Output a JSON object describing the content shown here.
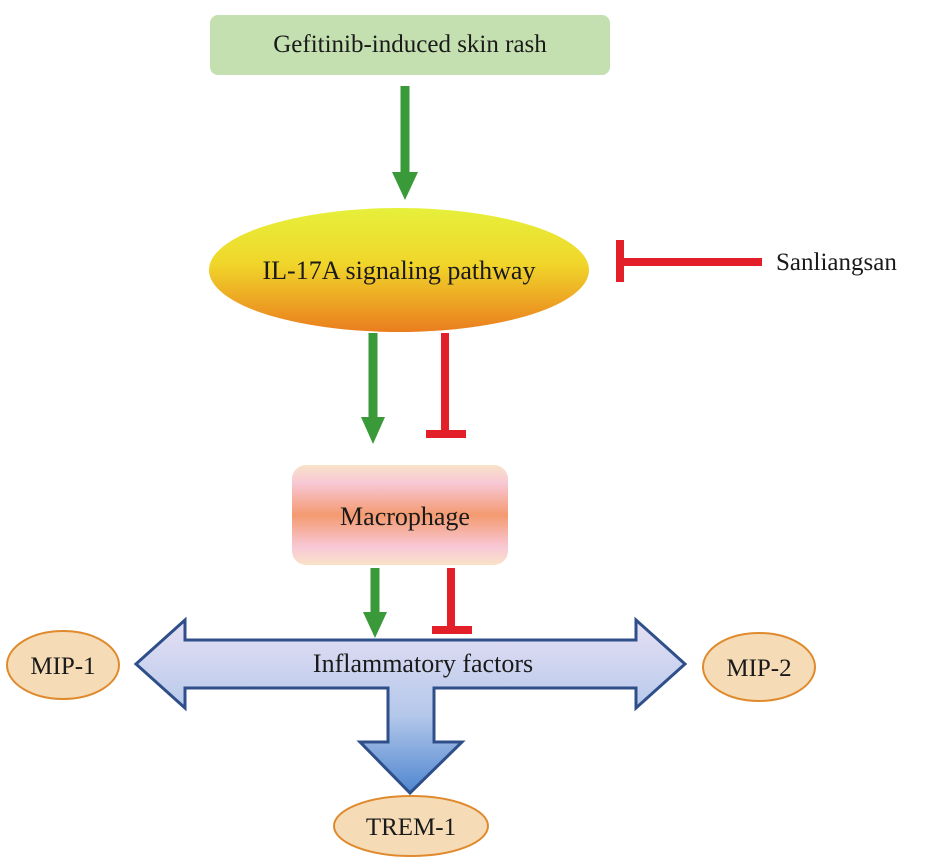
{
  "nodes": {
    "rash": "Gefitinib-induced skin rash",
    "pathway": "IL-17A signaling pathway",
    "inhibitor": "Sanliangsan",
    "macrophage": "Macrophage",
    "factors": "Inflammatory factors",
    "mip1": "MIP-1",
    "mip2": "MIP-2",
    "trem1": "TREM-1"
  },
  "colors": {
    "activate": "#3a9a3a",
    "inhibit": "#e3202a",
    "rash_box": "#c5e0b0",
    "factor_oval": "#f6dcb6",
    "factor_border": "#e08a2e"
  }
}
